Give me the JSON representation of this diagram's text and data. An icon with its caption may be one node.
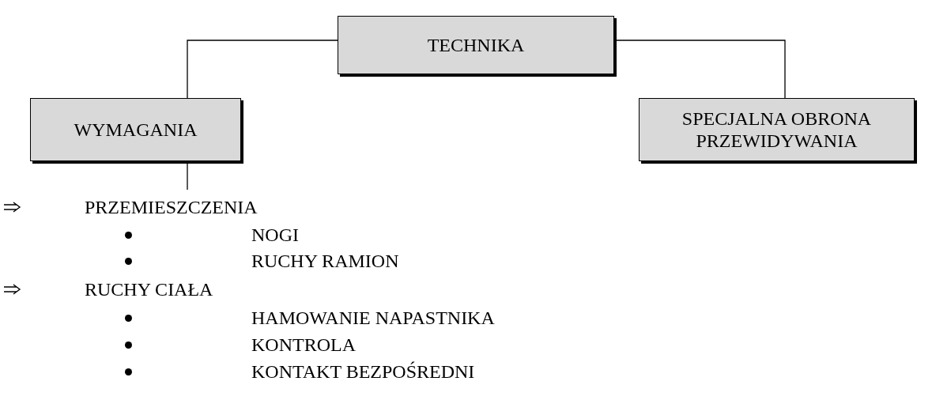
{
  "diagram": {
    "nodes": [
      {
        "text": [
          "TECHNIKA"
        ]
      },
      {
        "text": [
          "WYMAGANIA"
        ]
      },
      {
        "text": [
          "SPECJALNA OBRONA PRZEWIDYWANIA"
        ]
      }
    ],
    "edges": [
      {
        "from": 0,
        "to": 1,
        "arrow": "none"
      },
      {
        "from": 0,
        "to": 2,
        "arrow": "none"
      },
      {
        "from": 1,
        "to": null,
        "arrow": "none"
      }
    ],
    "labels": [
      "PRZEMIESZCZENIA",
      "NOGI",
      "RUCHY RAMION",
      "RUCHY CIAŁA",
      "HAMOWANIE NAPASTNIKA",
      "KONTROLA",
      "KONTAKT BEZPOŚREDNI"
    ]
  }
}
